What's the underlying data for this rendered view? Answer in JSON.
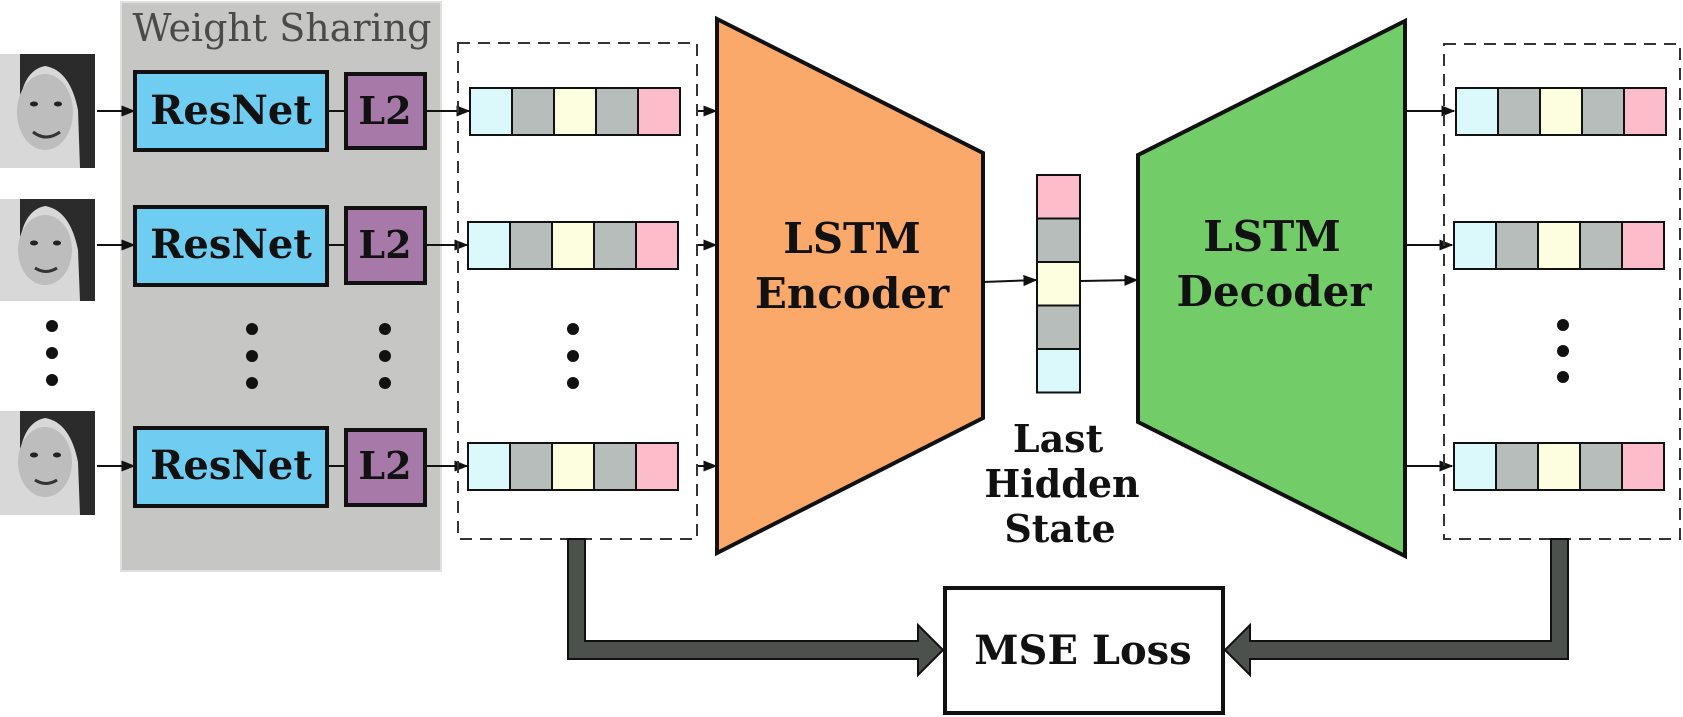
{
  "colors": {
    "weight_sharing_bg": "#c6c6c4",
    "resnet_fill": "#6fcdf1",
    "l2_fill": "#a679a8",
    "encoder_fill": "#fba96a",
    "decoder_fill": "#72cd68",
    "loss_arrow_fill": "#4d514d",
    "cell_colors": [
      "#dbf8fb",
      "#b7bdbb",
      "#fdfde0",
      "#b7bdbb",
      "#fcbcca"
    ],
    "hidden_cell_colors": [
      "#fcbcca",
      "#b7bdbb",
      "#fdfde0",
      "#b7bdbb",
      "#dbf8fb"
    ]
  },
  "labels": {
    "weight_sharing": "Weight Sharing",
    "resnet": "ResNet",
    "l2": "L2",
    "encoder_line1": "LSTM",
    "encoder_line2": "Encoder",
    "decoder_line1": "LSTM",
    "decoder_line2": "Decoder",
    "hidden_line1": "Last",
    "hidden_line2": "Hidden",
    "hidden_line3": "State",
    "mse_loss": "MSE Loss"
  },
  "icons": {
    "face": "face-photo-icon",
    "vertical_dots": "vertical-ellipsis-icon",
    "arrow": "arrow-right-icon"
  }
}
